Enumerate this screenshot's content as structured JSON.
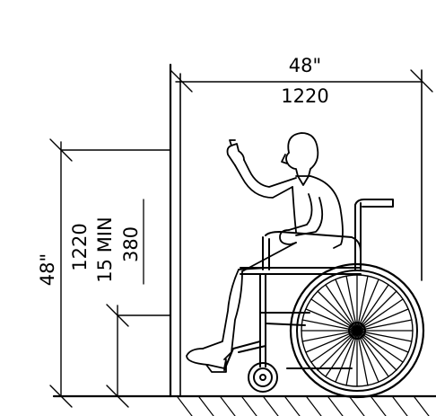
{
  "width_dimension": {
    "imperial": "48\"",
    "metric": "1220"
  },
  "height_dimension": {
    "imperial": "48\"",
    "metric": "1220"
  },
  "knee_dimension": {
    "note": "15 MIN",
    "metric": "380"
  },
  "colors": {
    "line": "#000000",
    "background": "#ffffff"
  }
}
